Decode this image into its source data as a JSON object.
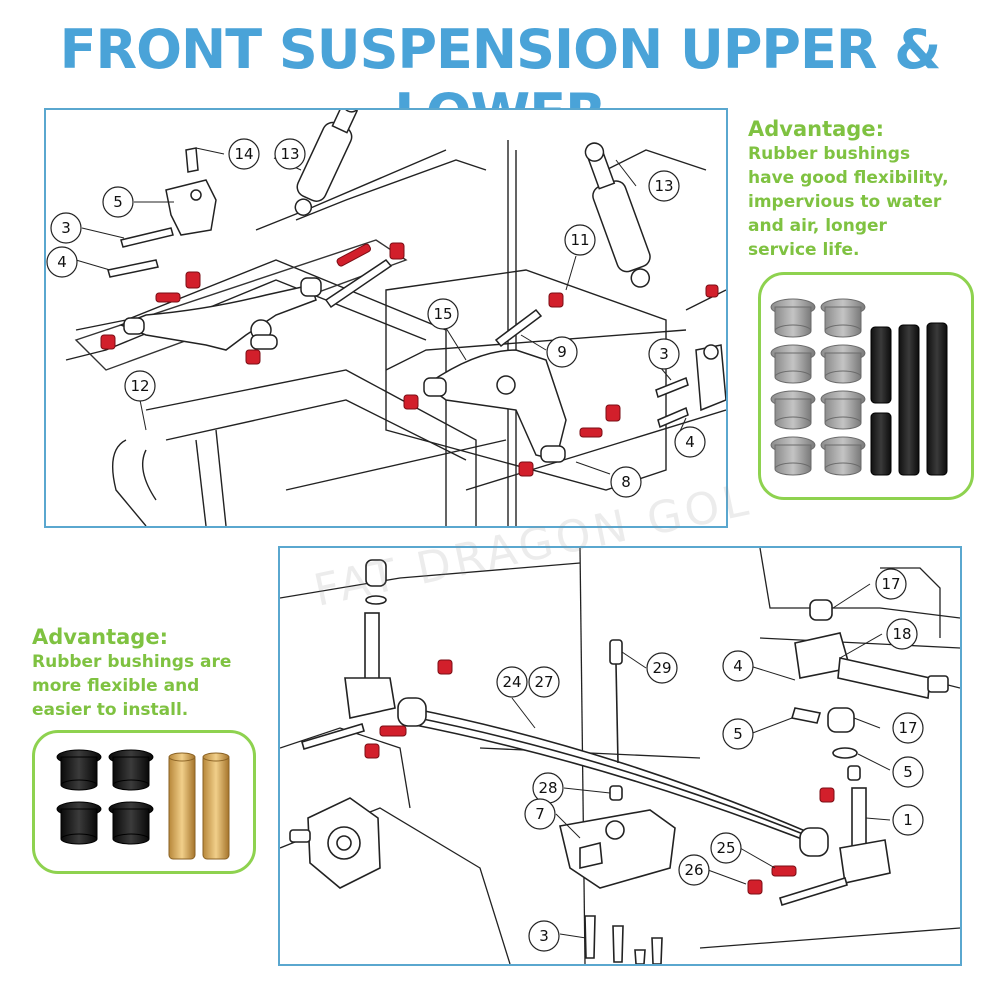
{
  "title": "FRONT SUSPENSION UPPER & LOWER",
  "colors": {
    "title": "#4aa3d8",
    "advantage": "#7fc241",
    "panel_border": "#5aa7cf",
    "photo_border": "#8ed24f",
    "bushing_red": "#d21f2b"
  },
  "upper_panel": {
    "callouts": [
      "14",
      "13",
      "5",
      "3",
      "4",
      "12",
      "13",
      "11",
      "15",
      "9",
      "3",
      "4",
      "8"
    ]
  },
  "lower_panel": {
    "callouts": [
      "29",
      "24",
      "27",
      "17",
      "18",
      "4",
      "17",
      "5",
      "5",
      "28",
      "7",
      "1",
      "25",
      "26",
      "3"
    ]
  },
  "advantage_top": {
    "heading": "Advantage:",
    "lines": [
      "Rubber bushings",
      "have good flexibility,",
      "impervious to water",
      "and air, longer",
      "service life."
    ]
  },
  "advantage_left": {
    "heading": "Advantage:",
    "lines": [
      "Rubber bushings are",
      "more flexible and",
      "easier to install."
    ]
  },
  "watermark": "FAT DRAGON GOL"
}
